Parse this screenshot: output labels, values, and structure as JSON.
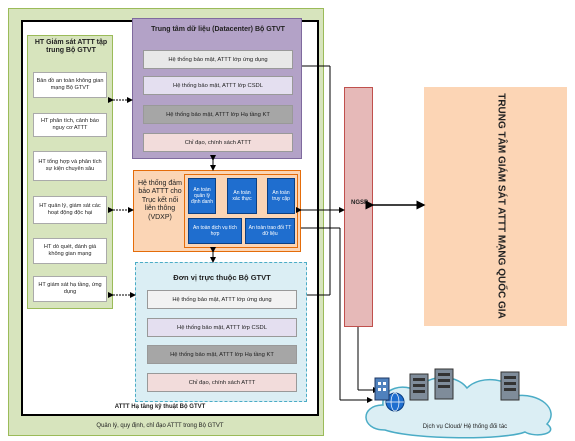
{
  "left_panel": {
    "title": "HT Giám sát ATTT tập trung Bộ GTVT",
    "items": [
      "Bản đồ an toàn không gian mạng Bộ GTVT",
      "HT phân tích, cảnh báo nguy cơ ATTT",
      "HT tổng hợp và phân tích sự kiện chuyên sâu",
      "HT quản lý, giám sát các hoạt động độc hại",
      "HT dò quét, đánh giá không gian mạng",
      "HT giám sát hạ tầng, ứng dụng"
    ]
  },
  "datacenter": {
    "title": "Trung tâm dữ liệu (Datacenter) Bộ GTVT",
    "rows": [
      {
        "label": "Hệ thống bảo mật, ATTT lớp ứng dụng",
        "color": "#e8e8e8"
      },
      {
        "label": "Hệ thống bảo mật, ATTT lớp CSDL",
        "color": "#e4dff0"
      },
      {
        "label": "Hệ thống bảo mật, ATTT lớp Hạ tầng KT",
        "color": "#a6a6a6"
      },
      {
        "label": "Chỉ đạo, chính sách ATTT",
        "color": "#f2dcdb"
      }
    ]
  },
  "vdxp": {
    "title": "Hệ thống đảm bảo ATTT cho Trục kết nối liên thông (VDXP)",
    "boxes": [
      "An toàn quản lý định danh",
      "An toàn xác thực",
      "An toàn truy cập",
      "An toàn dịch vụ tích hợp",
      "An toàn trao đổi TT dữ liệu"
    ]
  },
  "unit": {
    "title": "Đơn vị trực thuộc Bộ GTVT",
    "rows": [
      {
        "label": "Hệ thống bảo mật, ATTT lớp ứng dụng",
        "color": "#f2f2f2"
      },
      {
        "label": "Hệ thống bảo mật, ATTT lớp CSDL",
        "color": "#e4dff0"
      },
      {
        "label": "Hệ thống bảo mật, ATTT lớp Hạ tầng KT",
        "color": "#a6a6a6"
      },
      {
        "label": "Chỉ đạo, chính sách ATTT",
        "color": "#f2dcdb"
      }
    ]
  },
  "ngsp": "NGSP",
  "national_center": "TRUNG TÂM GIÁM SÁT ATTT MẠNG QUỐC GIA",
  "cloud_label": "Dịch vụ Cloud/ Hệ thống đối tác",
  "infra_label": "ATTT Hạ tầng kỹ thuật Bộ GTVT",
  "footer_label": "Quản lý, quy định, chỉ đạo ATTT trong Bộ GTVT"
}
